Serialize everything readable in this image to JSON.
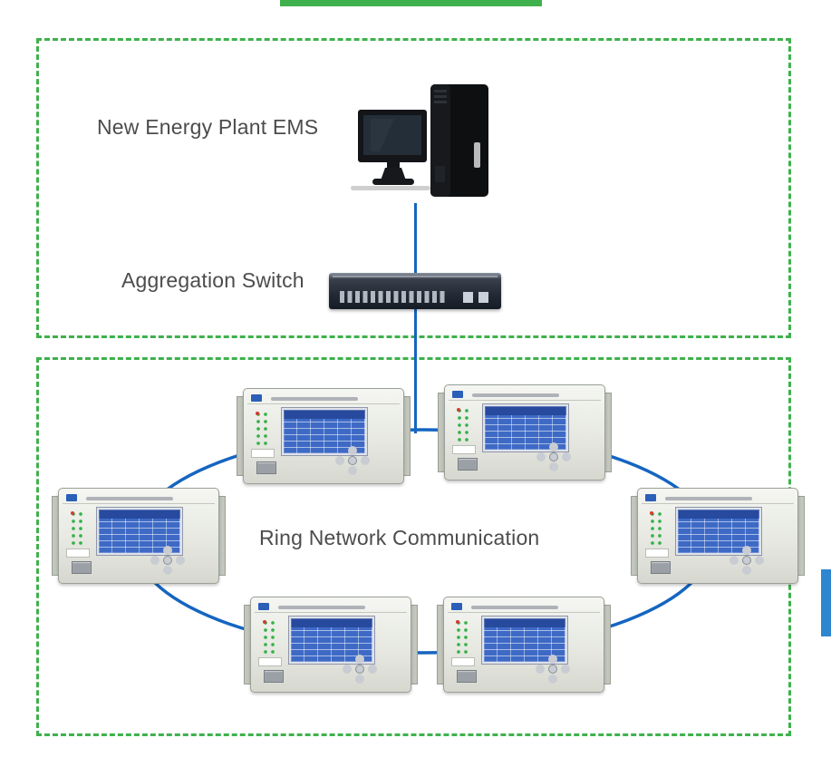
{
  "colors": {
    "boundary-green": "#3fb14c",
    "link-blue": "#1565c0",
    "label-gray": "#4c4c4c",
    "edge-strip-blue": "#2e86d1"
  },
  "sections": {
    "station": {
      "ems_label": "New Energy Plant EMS",
      "switch_label": "Aggregation Switch"
    },
    "ring": {
      "label": "Ring Network Communication",
      "device_count": 6
    }
  },
  "icons": {
    "computer": "ems-workstation-icon",
    "switch": "network-switch-icon",
    "device": "protection-relay-icon"
  }
}
